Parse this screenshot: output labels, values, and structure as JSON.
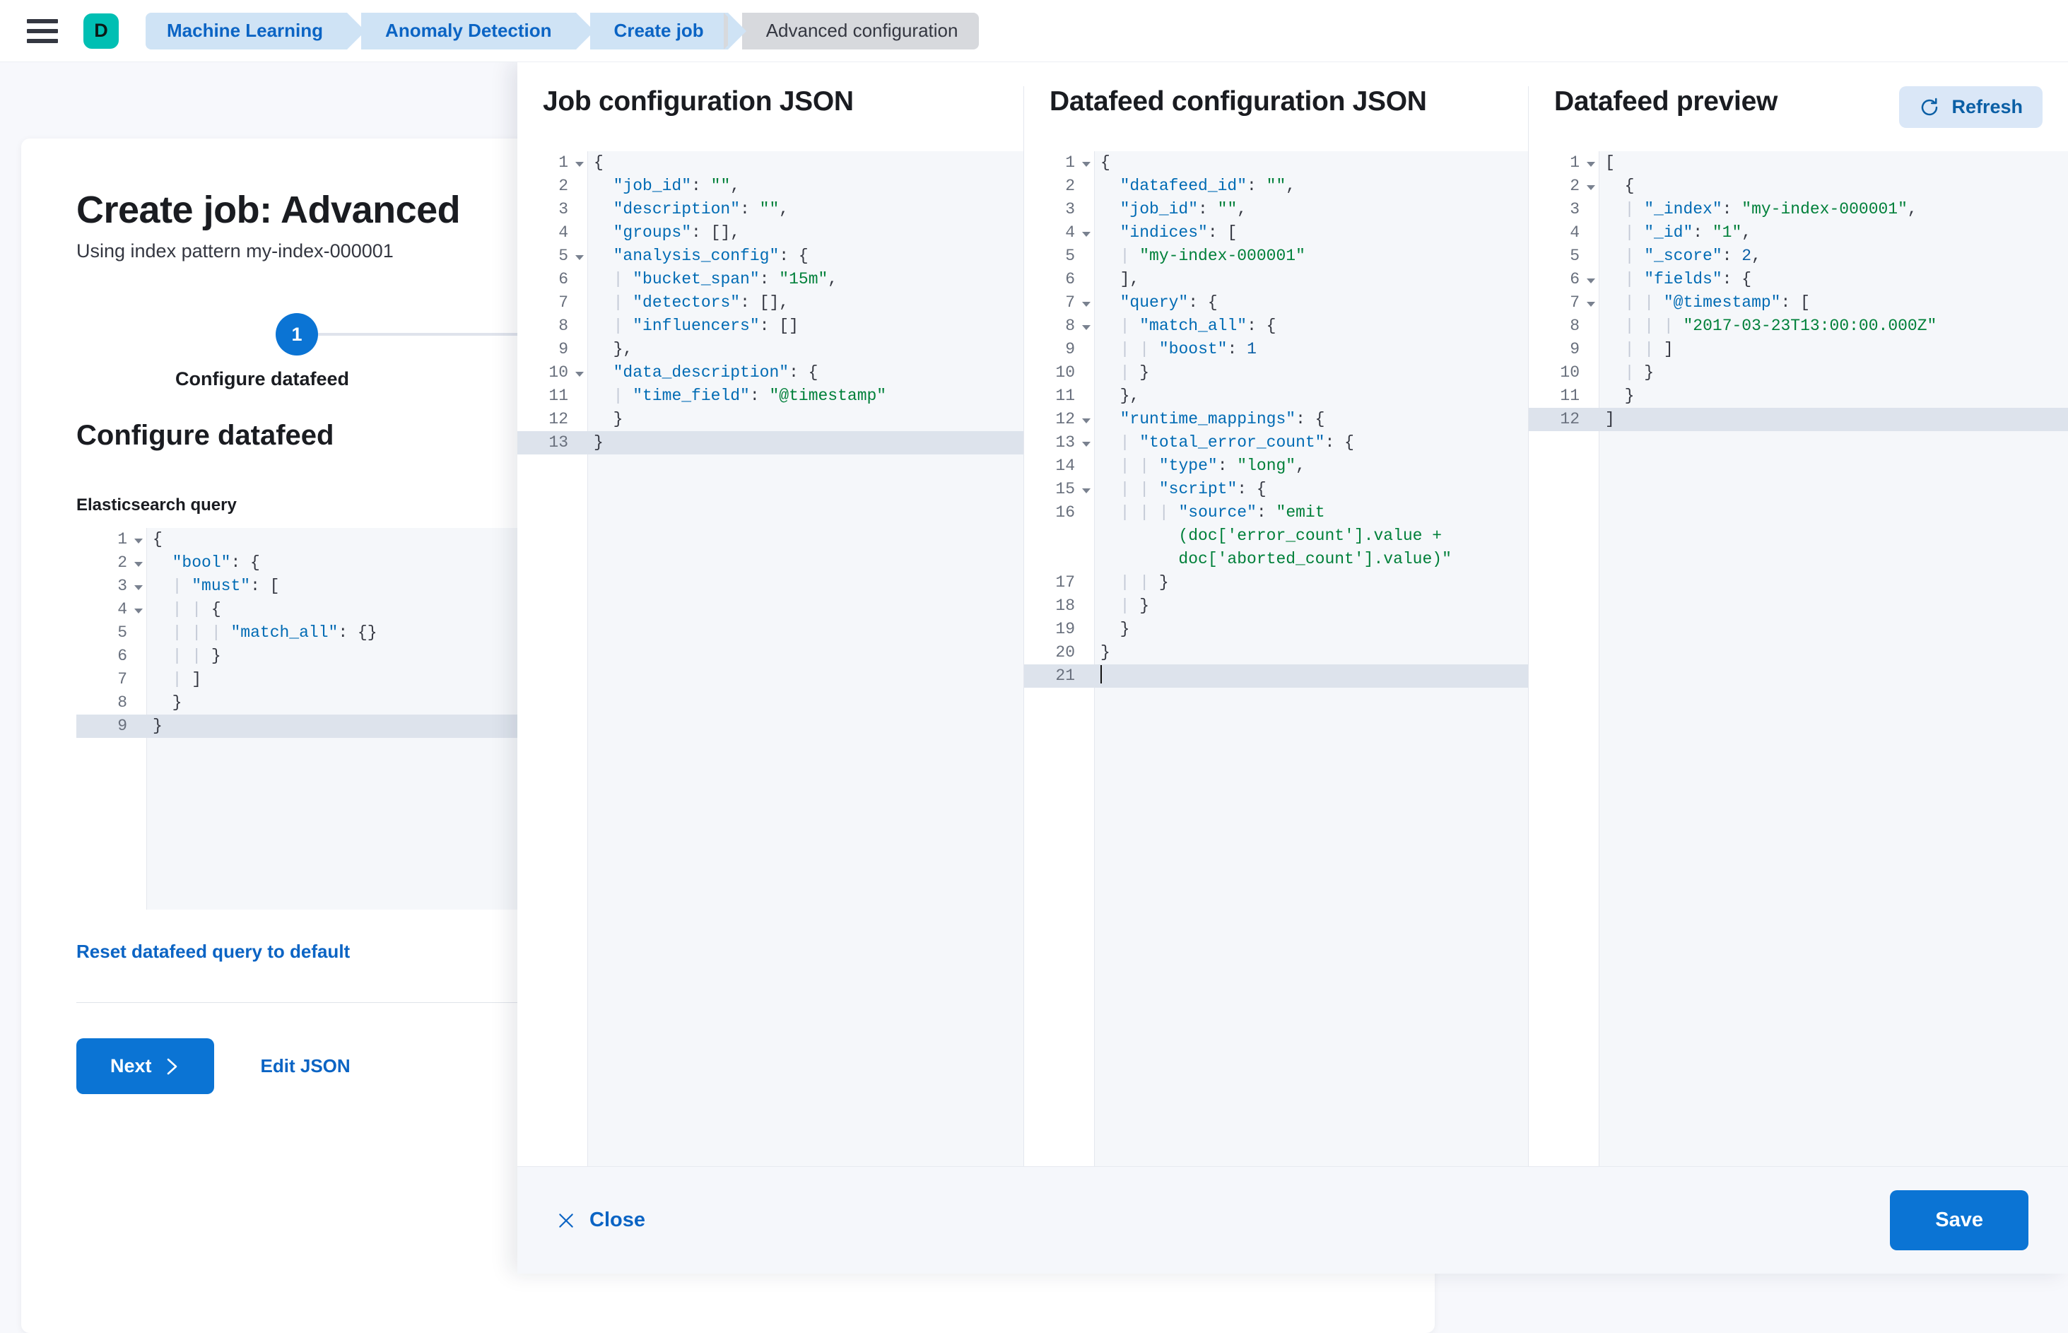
{
  "topbar": {
    "menu_icon": "hamburger-icon",
    "avatar_letter": "D",
    "breadcrumbs": [
      {
        "label": "Machine Learning",
        "active": false
      },
      {
        "label": "Anomaly Detection",
        "active": false
      },
      {
        "label": "Create job",
        "active": false
      },
      {
        "label": "Advanced configuration",
        "active": true
      }
    ]
  },
  "page": {
    "title": "Create job: Advanced",
    "subtitle": "Using index pattern my-index-000001",
    "step_number": "1",
    "step_label": "Configure datafeed",
    "section_title": "Configure datafeed",
    "field_label": "Elasticsearch query",
    "reset_link": "Reset datafeed query to default",
    "next_button": "Next",
    "next_icon": "chevron-right-icon",
    "edit_json_button": "Edit JSON",
    "query_editor": {
      "lines": [
        {
          "n": "1",
          "fold": true,
          "html": "{"
        },
        {
          "n": "2",
          "fold": true,
          "html": "  <k>\"bool\"</k>: {"
        },
        {
          "n": "3",
          "fold": true,
          "html": "  <i>|</i> <k>\"must\"</k>: ["
        },
        {
          "n": "4",
          "fold": true,
          "html": "  <i>|</i> <i>|</i> {"
        },
        {
          "n": "5",
          "fold": false,
          "html": "  <i>|</i> <i>|</i> <i>|</i> <k>\"match_all\"</k>: {}"
        },
        {
          "n": "6",
          "fold": false,
          "html": "  <i>|</i> <i>|</i> }"
        },
        {
          "n": "7",
          "fold": false,
          "html": "  <i>|</i> ]"
        },
        {
          "n": "8",
          "fold": false,
          "html": "  }"
        },
        {
          "n": "9",
          "fold": false,
          "html": "}",
          "active": true
        }
      ]
    }
  },
  "flyout": {
    "columns": [
      {
        "title": "Job configuration JSON",
        "name": "job-configuration-json",
        "has_refresh": false,
        "lines": [
          {
            "n": "1",
            "fold": true,
            "html": "{"
          },
          {
            "n": "2",
            "fold": false,
            "html": "  <k>\"job_id\"</k>: <s>\"\"</s>,"
          },
          {
            "n": "3",
            "fold": false,
            "html": "  <k>\"description\"</k>: <s>\"\"</s>,"
          },
          {
            "n": "4",
            "fold": false,
            "html": "  <k>\"groups\"</k>: [],"
          },
          {
            "n": "5",
            "fold": true,
            "html": "  <k>\"analysis_config\"</k>: {"
          },
          {
            "n": "6",
            "fold": false,
            "html": "  <i>|</i> <k>\"bucket_span\"</k>: <s>\"15m\"</s>,"
          },
          {
            "n": "7",
            "fold": false,
            "html": "  <i>|</i> <k>\"detectors\"</k>: [],"
          },
          {
            "n": "8",
            "fold": false,
            "html": "  <i>|</i> <k>\"influencers\"</k>: []"
          },
          {
            "n": "9",
            "fold": false,
            "html": "  },"
          },
          {
            "n": "10",
            "fold": true,
            "html": "  <k>\"data_description\"</k>: {"
          },
          {
            "n": "11",
            "fold": false,
            "html": "  <i>|</i> <k>\"time_field\"</k>: <s>\"@timestamp\"</s>"
          },
          {
            "n": "12",
            "fold": false,
            "html": "  }"
          },
          {
            "n": "13",
            "fold": false,
            "html": "}",
            "active": true
          }
        ]
      },
      {
        "title": "Datafeed configuration JSON",
        "name": "datafeed-configuration-json",
        "has_refresh": false,
        "lines": [
          {
            "n": "1",
            "fold": true,
            "html": "{"
          },
          {
            "n": "2",
            "fold": false,
            "html": "  <k>\"datafeed_id\"</k>: <s>\"\"</s>,"
          },
          {
            "n": "3",
            "fold": false,
            "html": "  <k>\"job_id\"</k>: <s>\"\"</s>,"
          },
          {
            "n": "4",
            "fold": true,
            "html": "  <k>\"indices\"</k>: ["
          },
          {
            "n": "5",
            "fold": false,
            "html": "  <i>|</i> <s>\"my-index-000001\"</s>"
          },
          {
            "n": "6",
            "fold": false,
            "html": "  ],"
          },
          {
            "n": "7",
            "fold": true,
            "html": "  <k>\"query\"</k>: {"
          },
          {
            "n": "8",
            "fold": true,
            "html": "  <i>|</i> <k>\"match_all\"</k>: {"
          },
          {
            "n": "9",
            "fold": false,
            "html": "  <i>|</i> <i>|</i> <k>\"boost\"</k>: <n>1</n>"
          },
          {
            "n": "10",
            "fold": false,
            "html": "  <i>|</i> }"
          },
          {
            "n": "11",
            "fold": false,
            "html": "  },"
          },
          {
            "n": "12",
            "fold": true,
            "html": "  <k>\"runtime_mappings\"</k>: {"
          },
          {
            "n": "13",
            "fold": true,
            "html": "  <i>|</i> <k>\"total_error_count\"</k>: {"
          },
          {
            "n": "14",
            "fold": false,
            "html": "  <i>|</i> <i>|</i> <k>\"type\"</k>: <s>\"long\"</s>,"
          },
          {
            "n": "15",
            "fold": true,
            "html": "  <i>|</i> <i>|</i> <k>\"script\"</k>: {"
          },
          {
            "n": "16",
            "fold": false,
            "html": "  <i>|</i> <i>|</i> <i>|</i> <k>\"source\"</k>: <s>\"emit\n        (doc['error_count'].value +\n        doc['aborted_count'].value)\"</s>"
          },
          {
            "n": "17",
            "fold": false,
            "html": "  <i>|</i> <i>|</i> }"
          },
          {
            "n": "18",
            "fold": false,
            "html": "  <i>|</i> }"
          },
          {
            "n": "19",
            "fold": false,
            "html": "  }"
          },
          {
            "n": "20",
            "fold": false,
            "html": "}"
          },
          {
            "n": "21",
            "fold": false,
            "html": "<c></c>",
            "active": true
          }
        ]
      },
      {
        "title": "Datafeed preview",
        "name": "datafeed-preview",
        "has_refresh": true,
        "refresh_label": "Refresh",
        "refresh_icon": "refresh-icon",
        "lines": [
          {
            "n": "1",
            "fold": true,
            "html": "["
          },
          {
            "n": "2",
            "fold": true,
            "html": "  {"
          },
          {
            "n": "3",
            "fold": false,
            "html": "  <i>|</i> <k>\"_index\"</k>: <s>\"my-index-000001\"</s>,"
          },
          {
            "n": "4",
            "fold": false,
            "html": "  <i>|</i> <k>\"_id\"</k>: <s>\"1\"</s>,"
          },
          {
            "n": "5",
            "fold": false,
            "html": "  <i>|</i> <k>\"_score\"</k>: <n>2</n>,"
          },
          {
            "n": "6",
            "fold": true,
            "html": "  <i>|</i> <k>\"fields\"</k>: {"
          },
          {
            "n": "7",
            "fold": true,
            "html": "  <i>|</i> <i>|</i> <k>\"@timestamp\"</k>: ["
          },
          {
            "n": "8",
            "fold": false,
            "html": "  <i>|</i> <i>|</i> <i>|</i> <s>\"2017-03-23T13:00:00.000Z\"</s>"
          },
          {
            "n": "9",
            "fold": false,
            "html": "  <i>|</i> <i>|</i> ]"
          },
          {
            "n": "10",
            "fold": false,
            "html": "  <i>|</i> }"
          },
          {
            "n": "11",
            "fold": false,
            "html": "  }"
          },
          {
            "n": "12",
            "fold": false,
            "html": "]",
            "active": true
          }
        ]
      }
    ],
    "footer": {
      "close_label": "Close",
      "close_icon": "close-icon",
      "save_label": "Save"
    }
  },
  "colors": {
    "primary": "#0b74d4",
    "link": "#0b64c4",
    "avatar": "#00bfb3",
    "crumb_active_bg": "#d7d9dd",
    "crumb_bg": "#cfe3f5",
    "editor_bg": "#f5f7fa",
    "active_line": "#dde3ec"
  }
}
